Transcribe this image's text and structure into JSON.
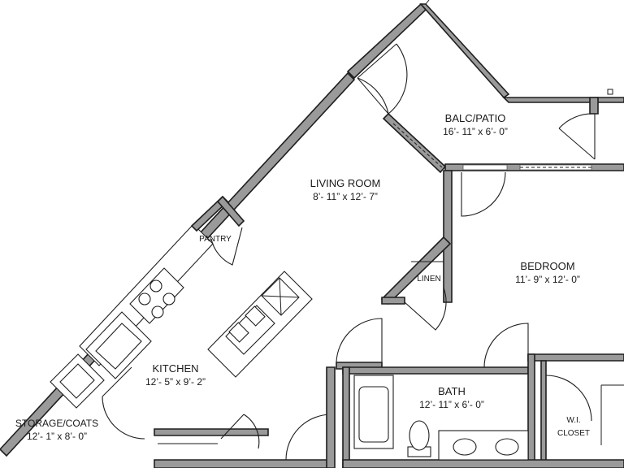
{
  "rooms": {
    "balcony": {
      "name": "BALC/PATIO",
      "dims": "16’- 11” x 6’- 0”"
    },
    "living": {
      "name": "LIVING ROOM",
      "dims": "8’- 11” x 12’- 7”"
    },
    "pantry": {
      "name": "PANTRY"
    },
    "linen": {
      "name": "LINEN"
    },
    "bedroom": {
      "name": "BEDROOM",
      "dims": "11’- 9” x 12’- 0”"
    },
    "kitchen": {
      "name": "KITCHEN",
      "dims": "12’- 5” x 9’- 2”"
    },
    "bath": {
      "name": "BATH",
      "dims": "12’- 11” x 6’- 0”"
    },
    "storage": {
      "name": "STORAGE/COATS",
      "dims": "12’- 1” x 8’- 0”"
    },
    "closet": {
      "name_line1": "W.I.",
      "name_line2": "CLOSET"
    }
  },
  "colors": {
    "wall_fill": "#9a9a9a",
    "line": "#1e1e1e",
    "background": "#ffffff"
  }
}
